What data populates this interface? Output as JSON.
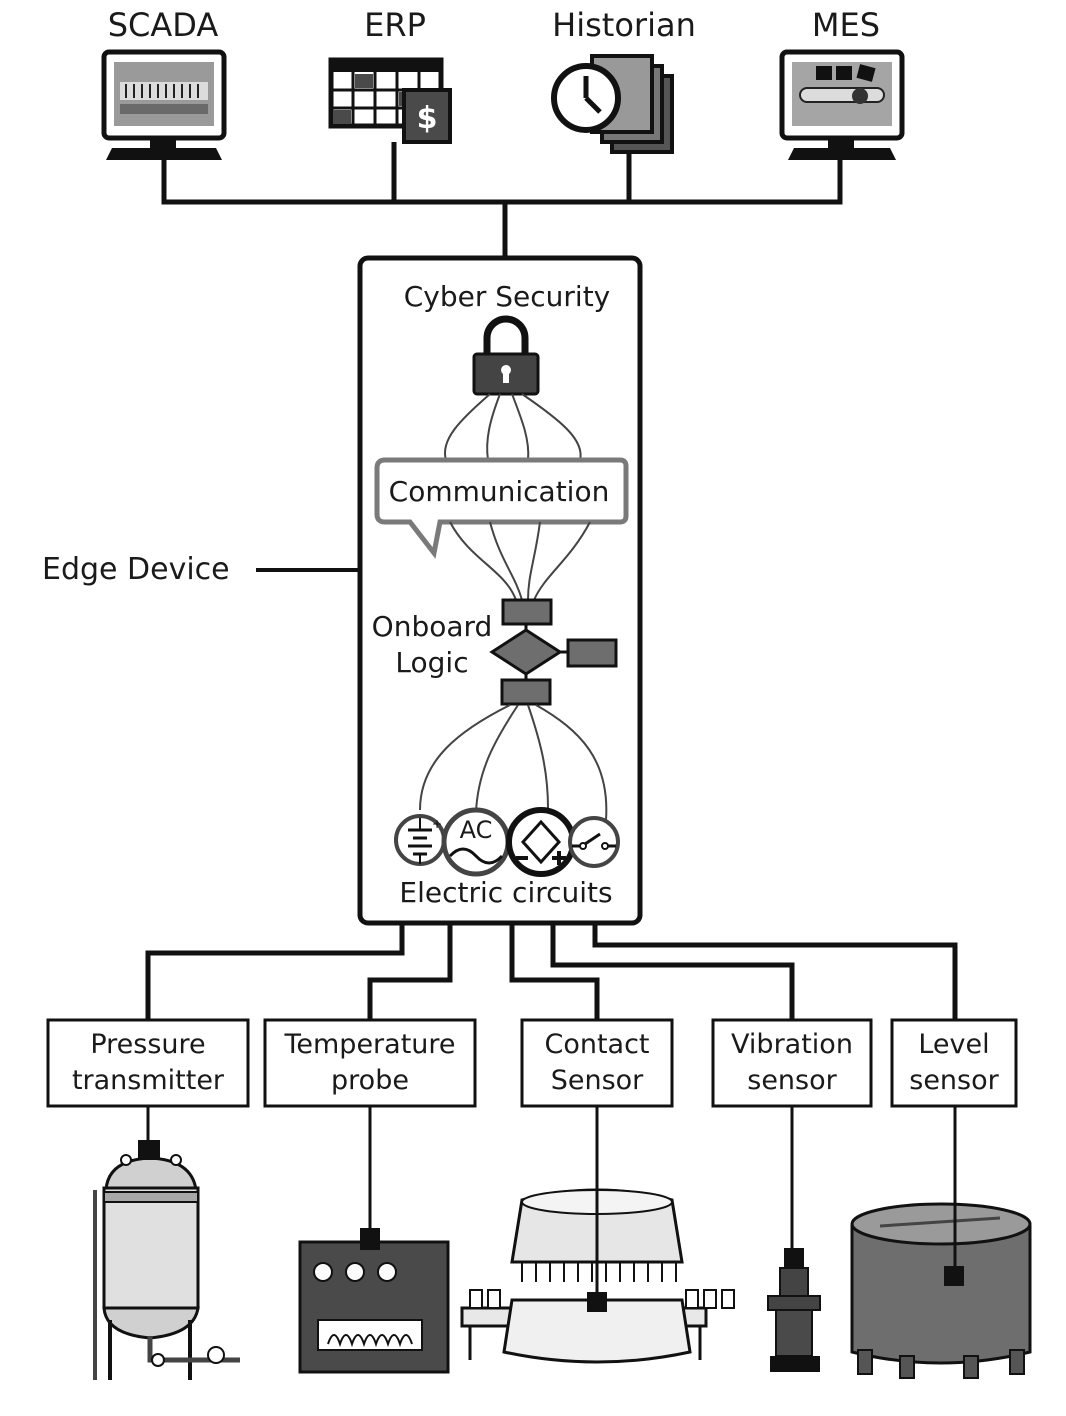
{
  "top_systems": [
    {
      "label": "SCADA"
    },
    {
      "label": "ERP"
    },
    {
      "label": "Historian"
    },
    {
      "label": "MES"
    }
  ],
  "edge_device": {
    "label": "Edge Device",
    "cyber_security": "Cyber Security",
    "communication": "Communication",
    "onboard_logic_line1": "Onboard",
    "onboard_logic_line2": "Logic",
    "ac_symbol": "AC",
    "electric_circuits": "Electric circuits"
  },
  "sensors": [
    {
      "line1": "Pressure",
      "line2": "transmitter"
    },
    {
      "line1": "Temperature",
      "line2": "probe"
    },
    {
      "line1": "Contact",
      "line2": "Sensor"
    },
    {
      "line1": "Vibration",
      "line2": "sensor"
    },
    {
      "line1": "Level",
      "line2": "sensor"
    }
  ],
  "erp_icon_symbol": "$",
  "colors": {
    "line": "#111111",
    "box_fill": "#ffffff",
    "icon_dark": "#4a4a4a",
    "icon_mid": "#8c8c8c",
    "icon_light": "#d8d8d8",
    "bubble_border": "#7a7a7a"
  }
}
